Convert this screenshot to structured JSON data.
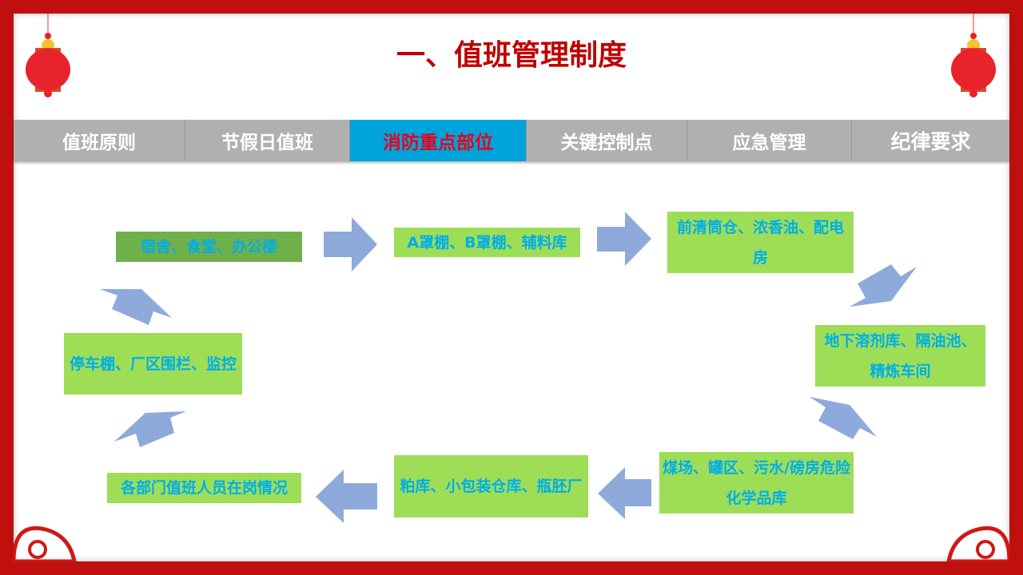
{
  "title": "一、值班管理制度",
  "tabs": [
    {
      "label": "值班原则",
      "active": false
    },
    {
      "label": "节假日值班",
      "active": false
    },
    {
      "label": "消防重点部位",
      "active": true
    },
    {
      "label": "关键控制点",
      "active": false
    },
    {
      "label": "应急管理",
      "active": false
    },
    {
      "label": "纪律要求",
      "active": false
    }
  ],
  "nodes": [
    "宿舍、食堂、办公楼",
    "A罩棚、B罩棚、辅料库",
    "前清筒仓、浓香油、配电房",
    "地下溶剂库、隔油池、精炼车间",
    "煤场、罐区、污水/磅房危险化学品库",
    "粕库、小包装仓库、瓶胚厂",
    "各部门值班人员在岗情况",
    "停车棚、厂区围栏、监控"
  ],
  "colors": {
    "frame": "#c0100e",
    "title": "#c00000",
    "tab": "#b0b0b0",
    "active_tab": "#00a3da",
    "node": "#9ede57",
    "arrow": "#8eaadb",
    "text": "#00aee8"
  }
}
